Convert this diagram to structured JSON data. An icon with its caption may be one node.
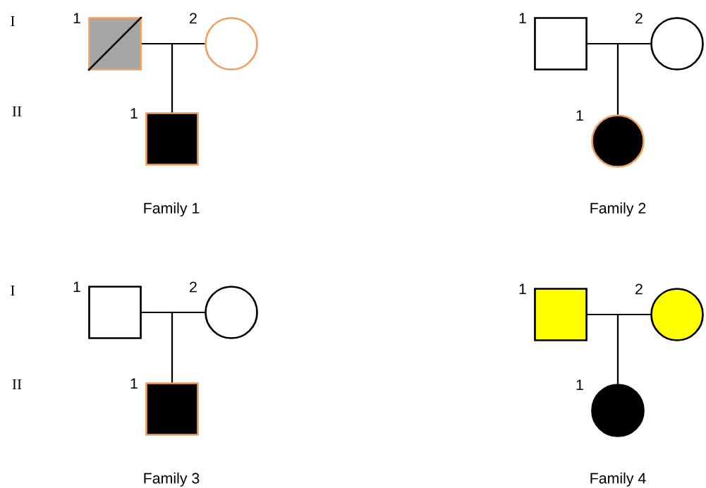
{
  "diagram": {
    "nodes": [
      {
        "text": [],
        "shape": "box",
        "beside": [
          "1"
        ]
      },
      {
        "text": [],
        "shape": "circle",
        "beside": [
          "2"
        ]
      },
      {
        "text": [],
        "shape": "box",
        "beside": [
          "1"
        ]
      },
      {
        "text": [],
        "shape": "box",
        "beside": [
          "1"
        ]
      },
      {
        "text": [],
        "shape": "circle",
        "beside": [
          "2"
        ]
      },
      {
        "text": [],
        "shape": "circle",
        "beside": [
          "1"
        ]
      },
      {
        "text": [],
        "shape": "box",
        "beside": [
          "1"
        ]
      },
      {
        "text": [],
        "shape": "circle",
        "beside": [
          "2"
        ]
      },
      {
        "text": [],
        "shape": "box",
        "beside": [
          "1"
        ]
      },
      {
        "text": [],
        "shape": "box",
        "beside": [
          "1"
        ]
      },
      {
        "text": [],
        "shape": "circle",
        "beside": [
          "2"
        ]
      },
      {
        "text": [],
        "shape": "circle",
        "beside": [
          "1"
        ]
      }
    ],
    "edges": [
      {
        "from": 0,
        "to": 1,
        "arrow": "none"
      },
      {
        "from": 0,
        "to": 2,
        "arrow": "none"
      },
      {
        "from": 1,
        "to": 2,
        "arrow": "none"
      },
      {
        "from": 3,
        "to": 4,
        "arrow": "none"
      },
      {
        "from": 3,
        "to": 5,
        "arrow": "none"
      },
      {
        "from": 4,
        "to": 5,
        "arrow": "none"
      },
      {
        "from": 6,
        "to": 7,
        "arrow": "none"
      },
      {
        "from": 6,
        "to": 8,
        "arrow": "none"
      },
      {
        "from": 7,
        "to": 8,
        "arrow": "none"
      },
      {
        "from": 9,
        "to": 10,
        "arrow": "none"
      },
      {
        "from": 9,
        "to": 11,
        "arrow": "none"
      },
      {
        "from": 10,
        "to": 11,
        "arrow": "none"
      }
    ],
    "labels": [
      "I",
      "II",
      "Family 1",
      "Family 2",
      "I",
      "II",
      "Family 3",
      "Family 4"
    ]
  }
}
